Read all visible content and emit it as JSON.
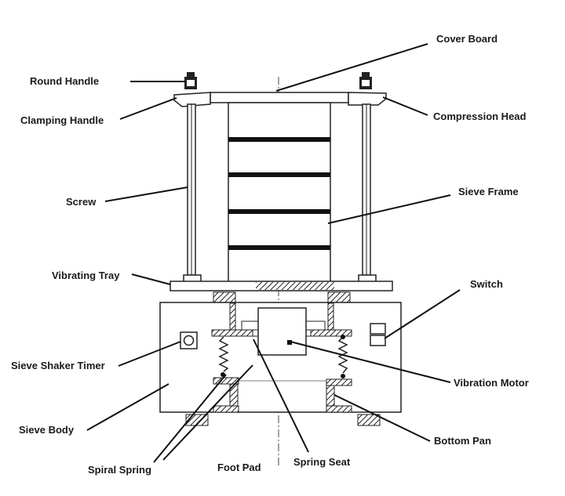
{
  "labels": {
    "cover_board": "Cover Board",
    "round_handle": "Round Handle",
    "clamping_handle": "Clamping Handle",
    "compression_head": "Compression Head",
    "screw": "Screw",
    "sieve_frame": "Sieve Frame",
    "vibrating_tray": "Vibrating Tray",
    "switch": "Switch",
    "sieve_shaker_timer": "Sieve Shaker Timer",
    "vibration_motor": "Vibration Motor",
    "sieve_body": "Sieve Body",
    "bottom_pan": "Bottom Pan",
    "spiral_spring": "Spiral Spring",
    "foot_pad": "Foot Pad",
    "spring_seat": "Spring Seat"
  }
}
